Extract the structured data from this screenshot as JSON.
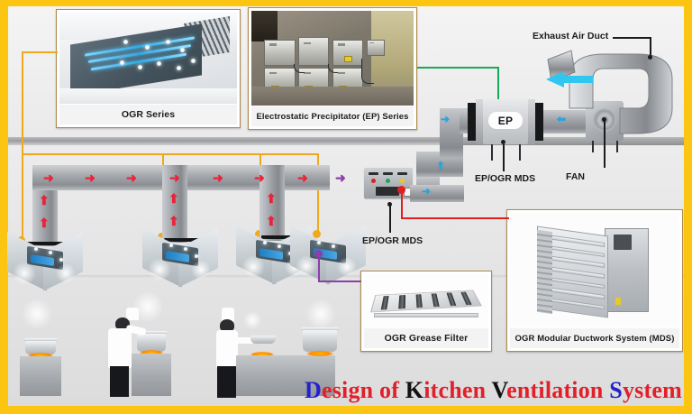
{
  "title": {
    "segments": [
      {
        "text": "D",
        "color": "#2222cc"
      },
      {
        "text": "esign of ",
        "color": "#e0202a"
      },
      {
        "text": "K",
        "color": "#111111"
      },
      {
        "text": "itchen ",
        "color": "#e0202a"
      },
      {
        "text": "V",
        "color": "#111111"
      },
      {
        "text": "entilation ",
        "color": "#e0202a"
      },
      {
        "text": "S",
        "color": "#2222cc"
      },
      {
        "text": "ystem",
        "color": "#e0202a"
      }
    ],
    "plain": "Design of Kitchen Ventilation System"
  },
  "photos": {
    "ogr_series": {
      "caption": "OGR Series"
    },
    "ep_series": {
      "caption": "Electrostatic Precipitator (EP) Series"
    },
    "grease_filter": {
      "caption": "OGR Grease Filter"
    },
    "mds": {
      "caption": "OGR Modular Ductwork System (MDS)"
    }
  },
  "labels": {
    "exhaust_air_duct": "Exhaust Air Duct",
    "ep_ogr_mds_top": "EP/OGR MDS",
    "fan": "FAN",
    "ep_ogr_mds_panel": "EP/OGR MDS",
    "ep_unit": "EP"
  },
  "colors": {
    "frame": "#fcc512",
    "leader_orange": "#f0a81e",
    "leader_green": "#17a858",
    "leader_red": "#e02020",
    "leader_purple": "#8b3fa8",
    "leader_black": "#1b1b1b",
    "arrow_red": "#e8243c",
    "arrow_blue": "#2aa3e0",
    "arrow_purple": "#8b3fa8",
    "photo_border": "#b08a4a",
    "duct_gray": "#9fa2a6"
  },
  "airflow": {
    "contaminated_arrows": "red",
    "clean_arrows": "blue",
    "transition_arrow": "purple",
    "discharge_arrow": "cyan"
  },
  "panel": {
    "leds": [
      "#e02020",
      "#17a858",
      "#e8c92b"
    ]
  }
}
